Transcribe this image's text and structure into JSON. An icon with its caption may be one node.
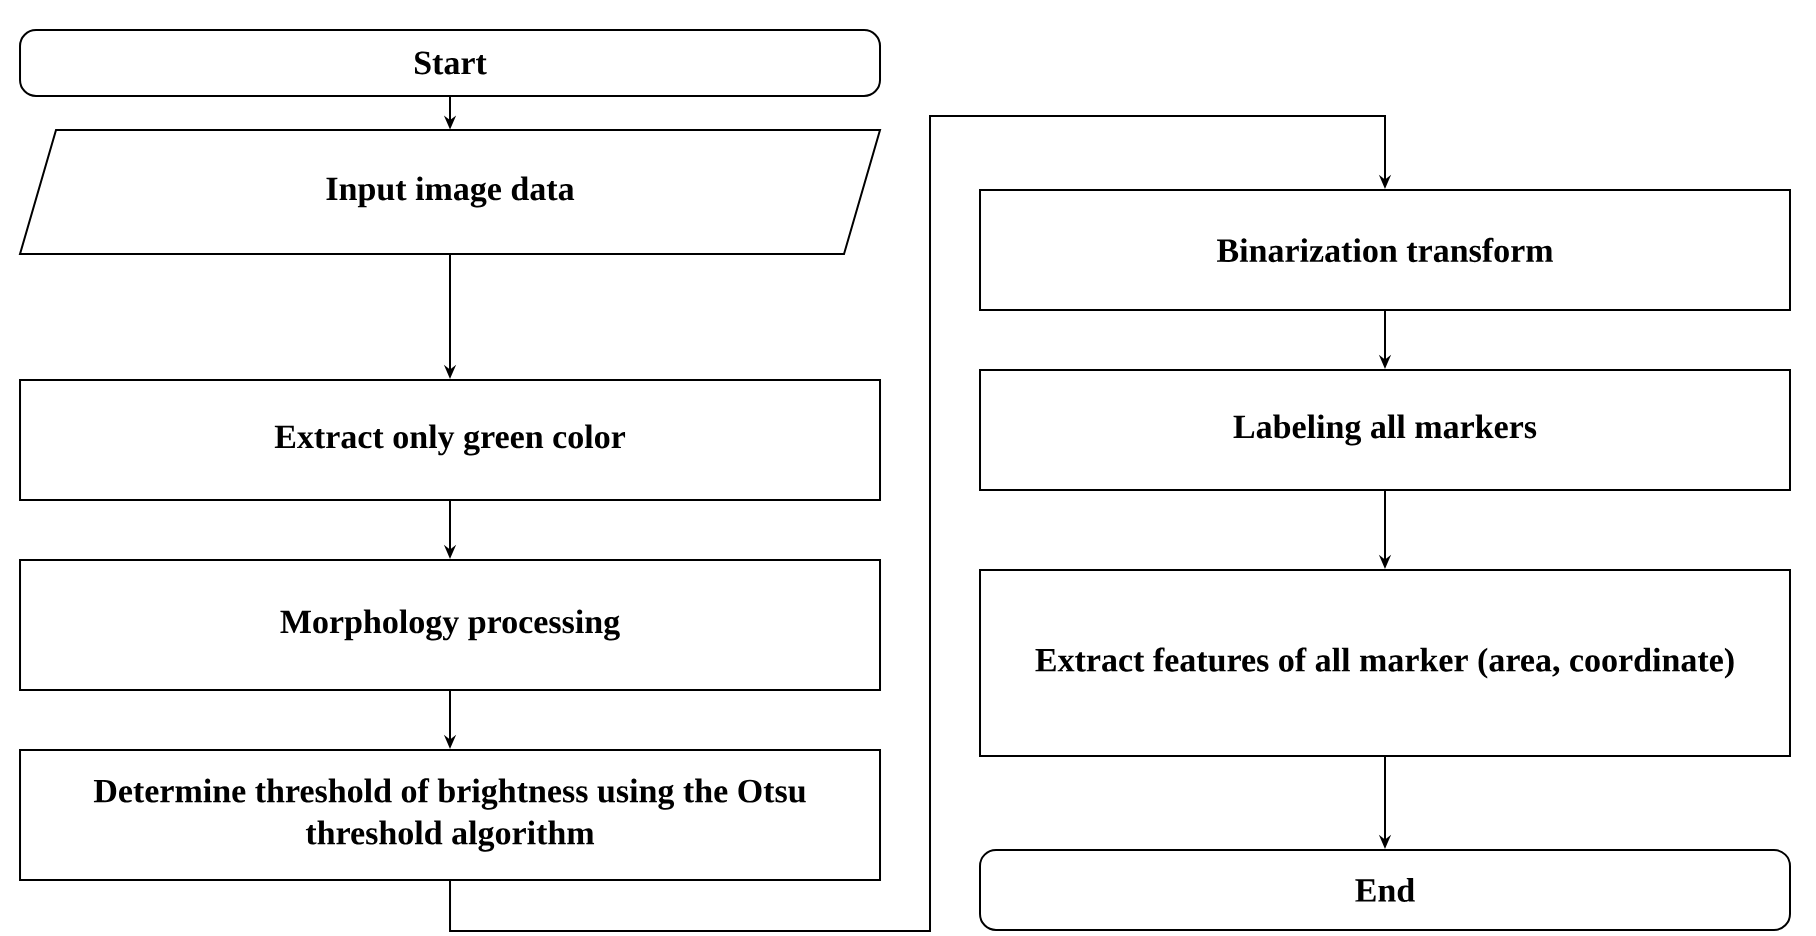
{
  "diagram": {
    "nodes": [
      {
        "text": [
          "Start"
        ]
      },
      {
        "text": [
          "Input image data"
        ]
      },
      {
        "text": [
          "Extract only green color"
        ]
      },
      {
        "text": [
          "Morphology processing"
        ]
      },
      {
        "text": [
          "Determine threshold of brightness using the Otsu threshold algorithm"
        ]
      },
      {
        "text": [
          "Binarization transform"
        ]
      },
      {
        "text": [
          "Labeling all markers"
        ]
      },
      {
        "text": [
          "Extract features of all marker (area, coordinate)"
        ]
      },
      {
        "text": [
          "End"
        ]
      }
    ],
    "edges": [
      {
        "from": 0,
        "to": 1,
        "arrow": "to"
      },
      {
        "from": 1,
        "to": 2,
        "arrow": "to"
      },
      {
        "from": 2,
        "to": 3,
        "arrow": "to"
      },
      {
        "from": 3,
        "to": 4,
        "arrow": "to"
      },
      {
        "from": 4,
        "to": 5,
        "arrow": "to"
      },
      {
        "from": 5,
        "to": 6,
        "arrow": "to"
      },
      {
        "from": 6,
        "to": 7,
        "arrow": "to"
      },
      {
        "from": 7,
        "to": 8,
        "arrow": "to"
      }
    ]
  }
}
